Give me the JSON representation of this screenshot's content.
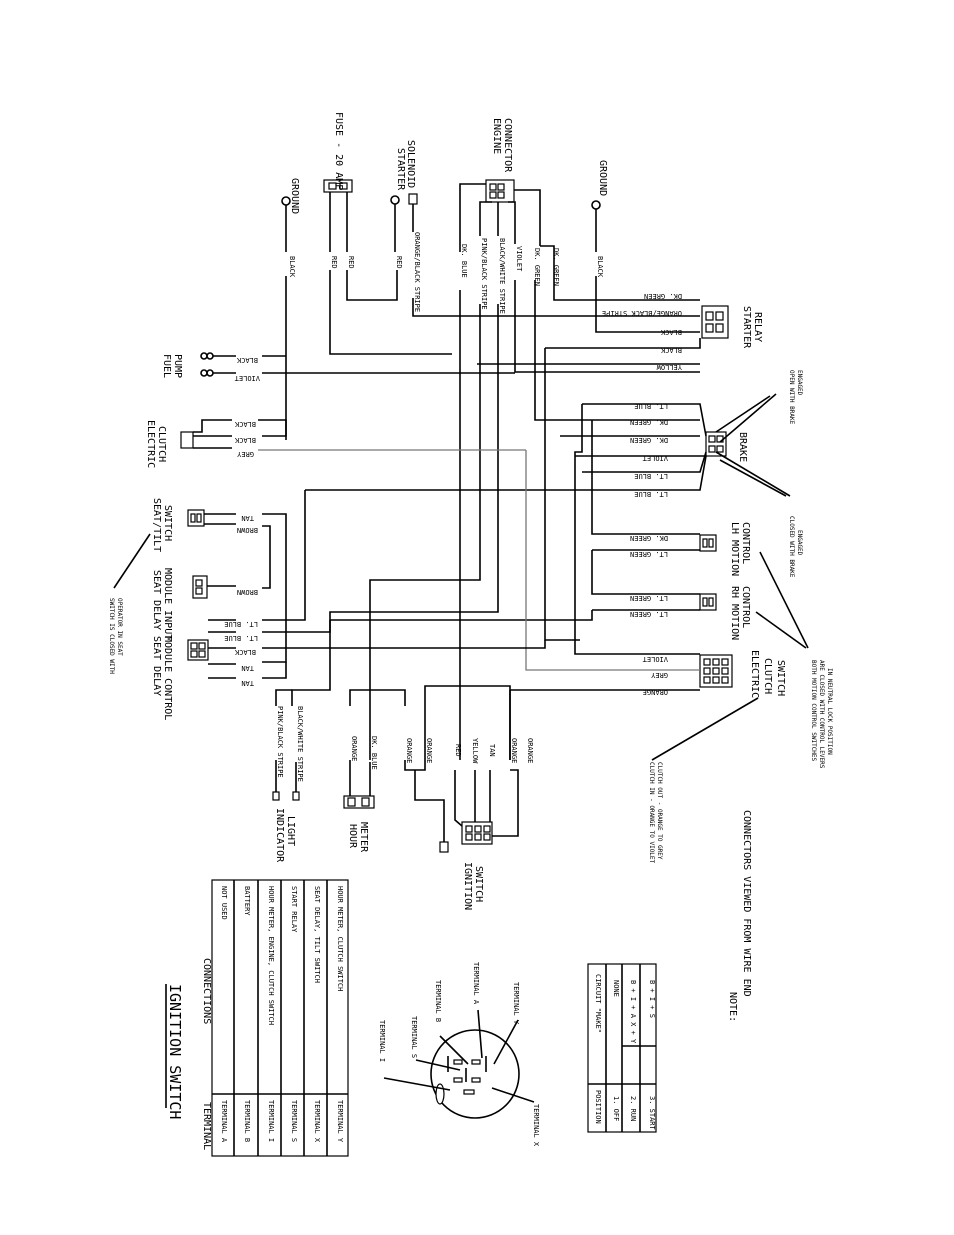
{
  "components": {
    "ground_top": "GROUND",
    "fuse": "FUSE - 20 AMP",
    "starter_solenoid": [
      "STARTER",
      "SOLENOID"
    ],
    "engine_connector": [
      "ENGINE",
      "CONNECTOR"
    ],
    "ground_right": "GROUND",
    "fuel_pump": [
      "FUEL",
      "PUMP"
    ],
    "electric_clutch": [
      "ELECTRIC",
      "CLUTCH"
    ],
    "seat_tilt_switch": [
      "SEAT/TILT",
      "SWITCH"
    ],
    "seat_delay_input": [
      "SEAT DELAY",
      "MODULE INPUT"
    ],
    "seat_delay_control": [
      "SEAT DELAY",
      "MODULE CONTROL"
    ],
    "starter_relay": [
      "STARTER",
      "RELAY"
    ],
    "brake": "BRAKE",
    "lh_motion": [
      "LH MOTION",
      "CONTROL"
    ],
    "rh_motion": [
      "RH MOTION",
      "CONTROL"
    ],
    "clutch_switch": [
      "ELECTRIC",
      "CLUTCH",
      "SWITCH"
    ],
    "indicator_light": [
      "INDICATOR",
      "LIGHT"
    ],
    "hour_meter": [
      "HOUR",
      "METER"
    ],
    "ignition_switch": [
      "IGNITION",
      "SWITCH"
    ]
  },
  "wire_labels": {
    "black": "BLACK",
    "red": "RED",
    "orange_black": "ORANGE/BLACK STRIPE",
    "dk_blue": "DK. BLUE",
    "pink_black": "PINK/BLACK STRIPE",
    "black_white": "BLACK/WHITE STRIPE",
    "violet": "VIOLET",
    "dk_green": "DK. GREEN",
    "yellow": "YELLOW",
    "grey": "GREY",
    "tan": "TAN",
    "brown": "BROWN",
    "lt_blue": "LT. BLUE",
    "lt_green": "LT. GREEN",
    "orange": "ORANGE"
  },
  "notes": {
    "seat_closed": [
      "SWITCH IS CLOSED WITH",
      "OPERATOR IN SEAT"
    ],
    "brake_open": [
      "OPEN WITH BRAKE",
      "ENGAGED"
    ],
    "brake_closed": [
      "CLOSED WITH BRAKE",
      "ENGAGED"
    ],
    "motion_closed": [
      "BOTH MOTION CONTROL SWITCHES",
      "ARE CLOSED WITH CONTROL LEVERS",
      "IN NEUTRAL LOCK POSITION"
    ],
    "clutch_in_out": [
      "CLUTCH IN - ORANGE TO VIOLET",
      "CLUTCH OUT - ORANGE TO GREY"
    ],
    "note_title": "NOTE:",
    "note_body": "CONNECTORS VIEWED FROM WIRE END"
  },
  "ignition_table": {
    "title": "IGNITION SWITCH",
    "headers": [
      "TERMINAL",
      "CONNECTIONS"
    ],
    "rows": [
      [
        "TERMINAL A",
        "NOT USED"
      ],
      [
        "TERMINAL B",
        "BATTERY"
      ],
      [
        "TERMINAL I",
        "HOUR METER, ENGINE, CLUTCH SWITCH"
      ],
      [
        "TERMINAL S",
        "START RELAY"
      ],
      [
        "TERMINAL X",
        "SEAT DELAY, TILT SWITCH"
      ],
      [
        "TERMINAL Y",
        "HOUR METER, CLUTCH SWITCH"
      ]
    ]
  },
  "terminal_diagram": {
    "labels": [
      "TERMINAL I",
      "TERMINAL S",
      "TERMINAL B",
      "TERMINAL A",
      "TERMINAL Y",
      "TERMINAL X"
    ]
  },
  "circuit_table": {
    "headers": [
      "POSITION",
      "CIRCUIT \"MAKE\""
    ],
    "rows": [
      [
        "1. OFF",
        "NONE"
      ],
      [
        "2. RUN",
        "B + I + A   X + Y"
      ],
      [
        "3. START",
        "B + I + S"
      ]
    ]
  }
}
